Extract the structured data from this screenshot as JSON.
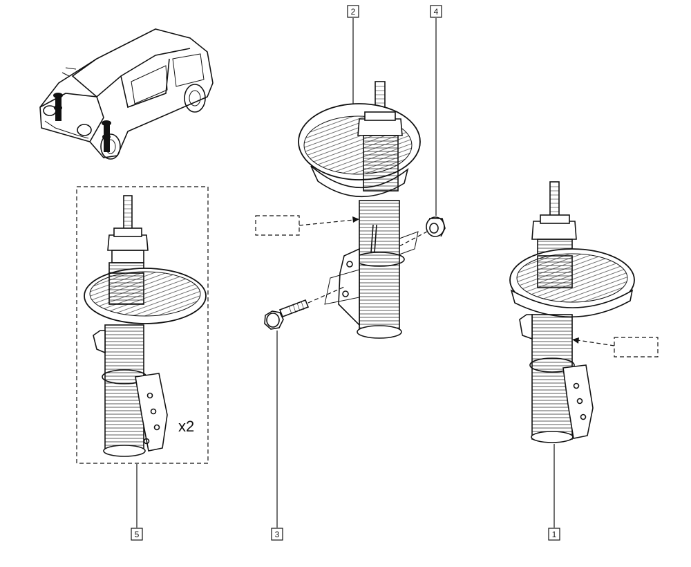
{
  "callouts": [
    {
      "id": "c1",
      "label": "1"
    },
    {
      "id": "c2",
      "label": "2"
    },
    {
      "id": "c3",
      "label": "3"
    },
    {
      "id": "c4",
      "label": "4"
    },
    {
      "id": "c5",
      "label": "5"
    }
  ],
  "quantity_note": "x2"
}
